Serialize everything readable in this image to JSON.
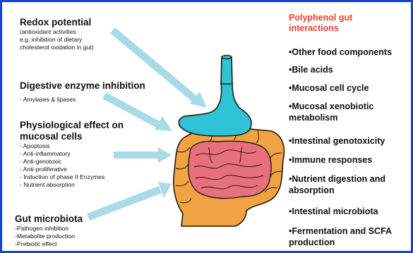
{
  "left_sections": {
    "redox": {
      "title": "Redox potential",
      "lines": [
        "(antioxidant activities",
        "e.g. inhibition of dietary",
        "cholesterol oxidation in gut)"
      ]
    },
    "enzyme": {
      "title": "Digestive enzyme inhibition",
      "lines": [
        "- Amylases & lipases"
      ]
    },
    "mucosal": {
      "title_lines": [
        "Physiological effect on",
        "mucosal cells"
      ],
      "lines": [
        "- Apoptosis",
        "- Anti-inflammatory",
        "- Anti-genotoxic",
        "- Anti-proliferative",
        "- Induction of phase II Enzymes",
        "- Nutrient absorption"
      ]
    },
    "microbiota": {
      "title": "Gut microbiota",
      "lines": [
        "-Pathogen inhibition",
        "-Metabolite production",
        "-Prebiotic effect"
      ]
    }
  },
  "right_panel": {
    "title_lines": [
      "Polyphenol gut",
      "interactions"
    ],
    "items": [
      "•Other food components",
      "•Bile acids",
      "•Mucosal cell cycle",
      "•Mucosal xenobiotic",
      "metabolism",
      "•Intestinal genotoxicity",
      "•Immune responses",
      "•Nutrient digestion and",
      "absorption",
      "•Intestinal microbiota",
      "•Fermentation and SCFA",
      "production"
    ]
  },
  "colors": {
    "border": "#1a3fd8",
    "title_accent": "#e8422b",
    "arrow": "#a8dbe6",
    "stomach": "#2fc3d8",
    "colon": "#f1a243",
    "small_intestine": "#e8707c"
  }
}
